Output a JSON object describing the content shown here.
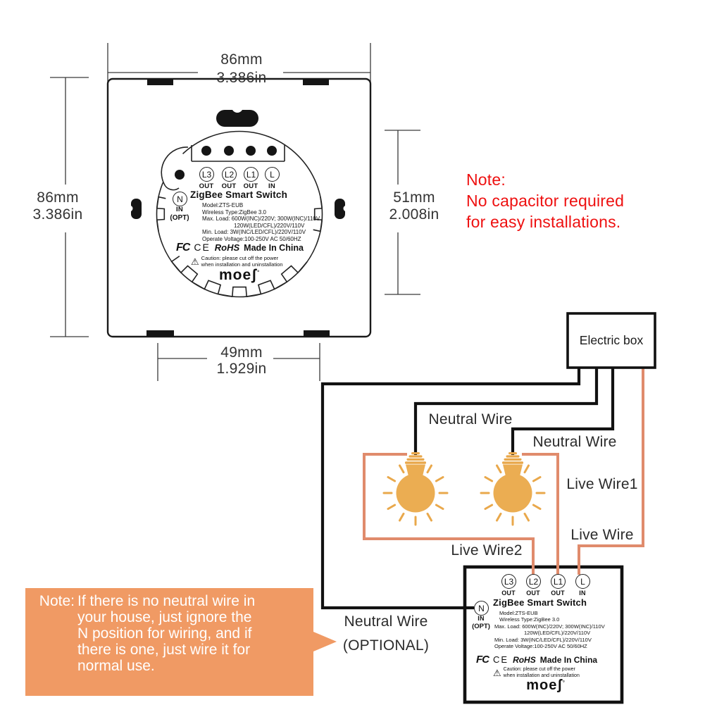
{
  "dimensions": {
    "top": {
      "mm": "86mm",
      "inch": "3.386in"
    },
    "left": {
      "mm": "86mm",
      "inch": "3.386in"
    },
    "right": {
      "mm": "51mm",
      "inch": "2.008in"
    },
    "bottom": {
      "mm": "49mm",
      "inch": "1.929in"
    }
  },
  "red_note": {
    "line1": "Note:",
    "line2": "No capacitor required",
    "line3": "for easy installations."
  },
  "orange_note": {
    "prefix": "Note:",
    "line1": "If there is no neutral wire in",
    "line2": "your house, just ignore the",
    "line3": "N position for wiring, and if",
    "line4": "there is one, just wire it for",
    "line5": "normal use."
  },
  "wiring": {
    "electric_box": "Electric box",
    "neutral_wire_1": "Neutral Wire",
    "neutral_wire_2": "Neutral Wire",
    "live_wire_1": "Live Wire1",
    "live_wire": "Live Wire",
    "live_wire_2": "Live Wire2",
    "neutral_optional_1": "Neutral Wire",
    "neutral_optional_2": "(OPTIONAL)"
  },
  "switch_label": {
    "terminals": [
      {
        "label": "L3",
        "sub": "OUT"
      },
      {
        "label": "L2",
        "sub": "OUT"
      },
      {
        "label": "L1",
        "sub": "OUT"
      },
      {
        "label": "L",
        "sub": "IN"
      }
    ],
    "neutral_label": "N",
    "neutral_sub": "IN",
    "neutral_opt": "(OPT)",
    "title": "ZigBee Smart Switch",
    "model": "Model:ZTS-EUB",
    "wireless": "Wireless Type:ZigBee 3.0",
    "max_load_1": "Max. Load: 600W(INC)/220V; 300W(INC)/110V",
    "max_load_2": "120W(LED/CFL)/220V/110V",
    "min_load": "Min. Load: 3W(INC/LED/CFL)/220V/110V",
    "voltage": "Operate Voltage:100-250V AC 50/60HZ",
    "cert_fcc": "FC",
    "cert_ce": "CE",
    "cert_rohs": "RoHS",
    "cert_made": "Made In China",
    "caution_1": "Caution: please cut off the power",
    "caution_2": "when installation and uninstallation",
    "logo": "moeʃ",
    "logo_mark": "°"
  },
  "icons": {
    "warning": "⚠"
  },
  "colors": {
    "wire_live": "#E08B6C",
    "wire_neutral": "#121212",
    "bulb": "#EBAD52",
    "bulb_rays": "#E9A84B",
    "note_box": "#F09A64",
    "note_red_text": "#EE1010"
  }
}
